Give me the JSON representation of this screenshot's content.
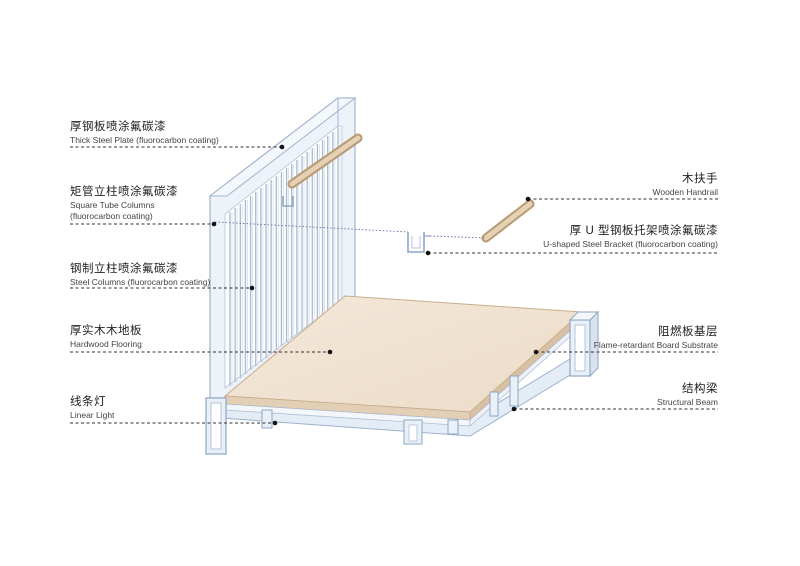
{
  "callouts": {
    "thick_steel_plate": {
      "cn": "厚钢板喷涂氟碳漆",
      "en": "Thick Steel Plate (fluorocarbon coating)"
    },
    "square_tube_columns": {
      "cn": "矩管立柱喷涂氟碳漆",
      "en": "Square Tube Columns",
      "en2": "(fluorocarbon coating)"
    },
    "steel_columns": {
      "cn": "钢制立柱喷涂氟碳漆",
      "en": "Steel Columns (fluorocarbon coating)"
    },
    "hardwood_flooring": {
      "cn": "厚实木木地板",
      "en": "Hardwood Flooring"
    },
    "linear_light": {
      "cn": "线条灯",
      "en": "Linear Light"
    },
    "wooden_handrail": {
      "cn": "木扶手",
      "en": "Wooden Handrail"
    },
    "u_bracket": {
      "cn": "厚 U 型钢板托架喷涂氟碳漆",
      "en": "U-shaped Steel Bracket (fluorocarbon coating)"
    },
    "flame_retardant": {
      "cn": "阻燃板基层",
      "en": "Flame-retardant Board Substrate"
    },
    "structural_beam": {
      "cn": "结构梁",
      "en": "Structural Beam"
    }
  },
  "colors": {
    "steel": "#e8eff8",
    "steel_edge": "#9fb3cc",
    "floor": "#f1e4d4",
    "wood": "#d8c0a0",
    "leader": "#333333"
  }
}
